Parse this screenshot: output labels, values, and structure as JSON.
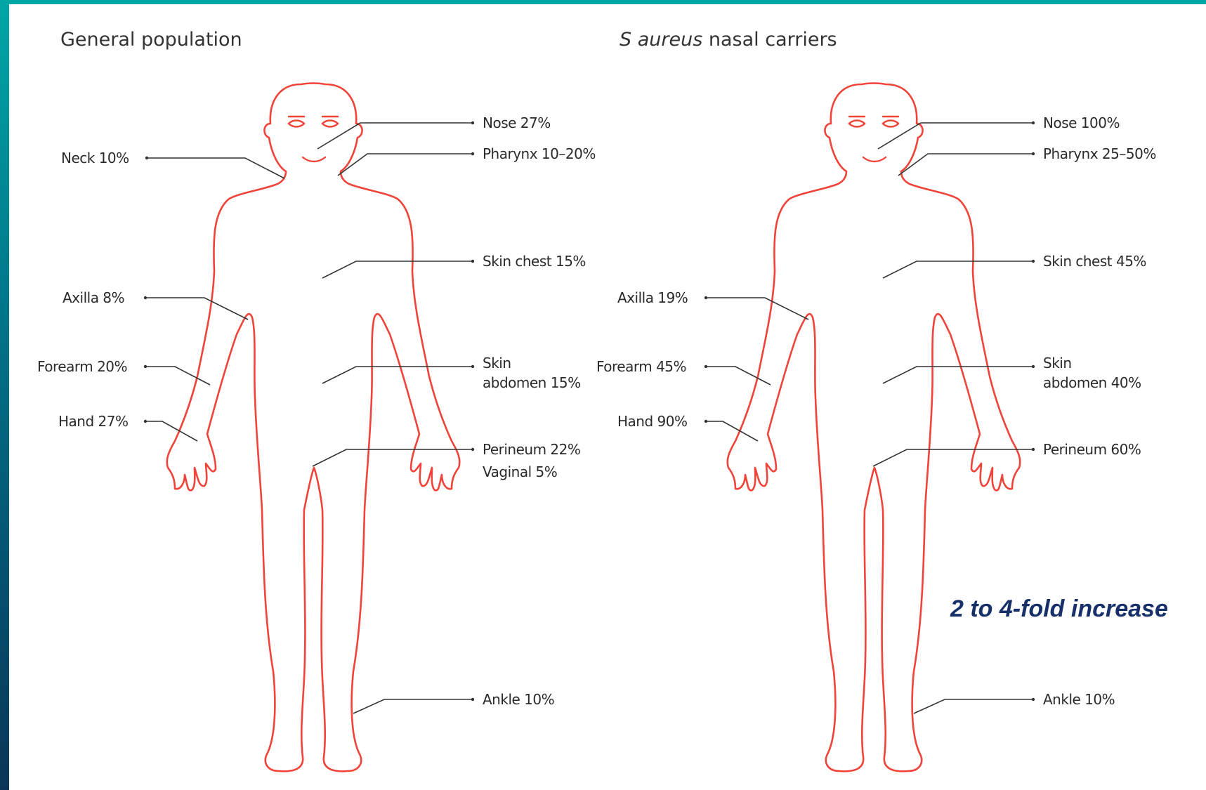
{
  "panels": {
    "left": {
      "title": "General population",
      "labels": {
        "nose": "Nose 27%",
        "pharynx": "Pharynx 10–20%",
        "neck": "Neck 10%",
        "skin_chest": "Skin chest 15%",
        "axilla": "Axilla 8%",
        "forearm": "Forearm 20%",
        "skin_abdomen_1": "Skin",
        "skin_abdomen_2": "abdomen 15%",
        "hand": "Hand 27%",
        "perineum": "Perineum 22%",
        "vaginal": "Vaginal 5%",
        "ankle": "Ankle 10%"
      }
    },
    "right": {
      "title_italic": "S aureus",
      "title_rest": " nasal carriers",
      "labels": {
        "nose": "Nose 100%",
        "pharynx": "Pharynx 25–50%",
        "skin_chest": "Skin chest 45%",
        "axilla": "Axilla 19%",
        "forearm": "Forearm 45%",
        "skin_abdomen_1": "Skin",
        "skin_abdomen_2": "abdomen 40%",
        "hand": "Hand 90%",
        "perineum": "Perineum 60%",
        "ankle": "Ankle 10%"
      }
    }
  },
  "callout": "2 to 4-fold increase",
  "colors": {
    "body_outline": "#f0443a",
    "callout_text": "#17306a",
    "frame_gradient": [
      "#00a6a6",
      "#0a3558"
    ]
  }
}
